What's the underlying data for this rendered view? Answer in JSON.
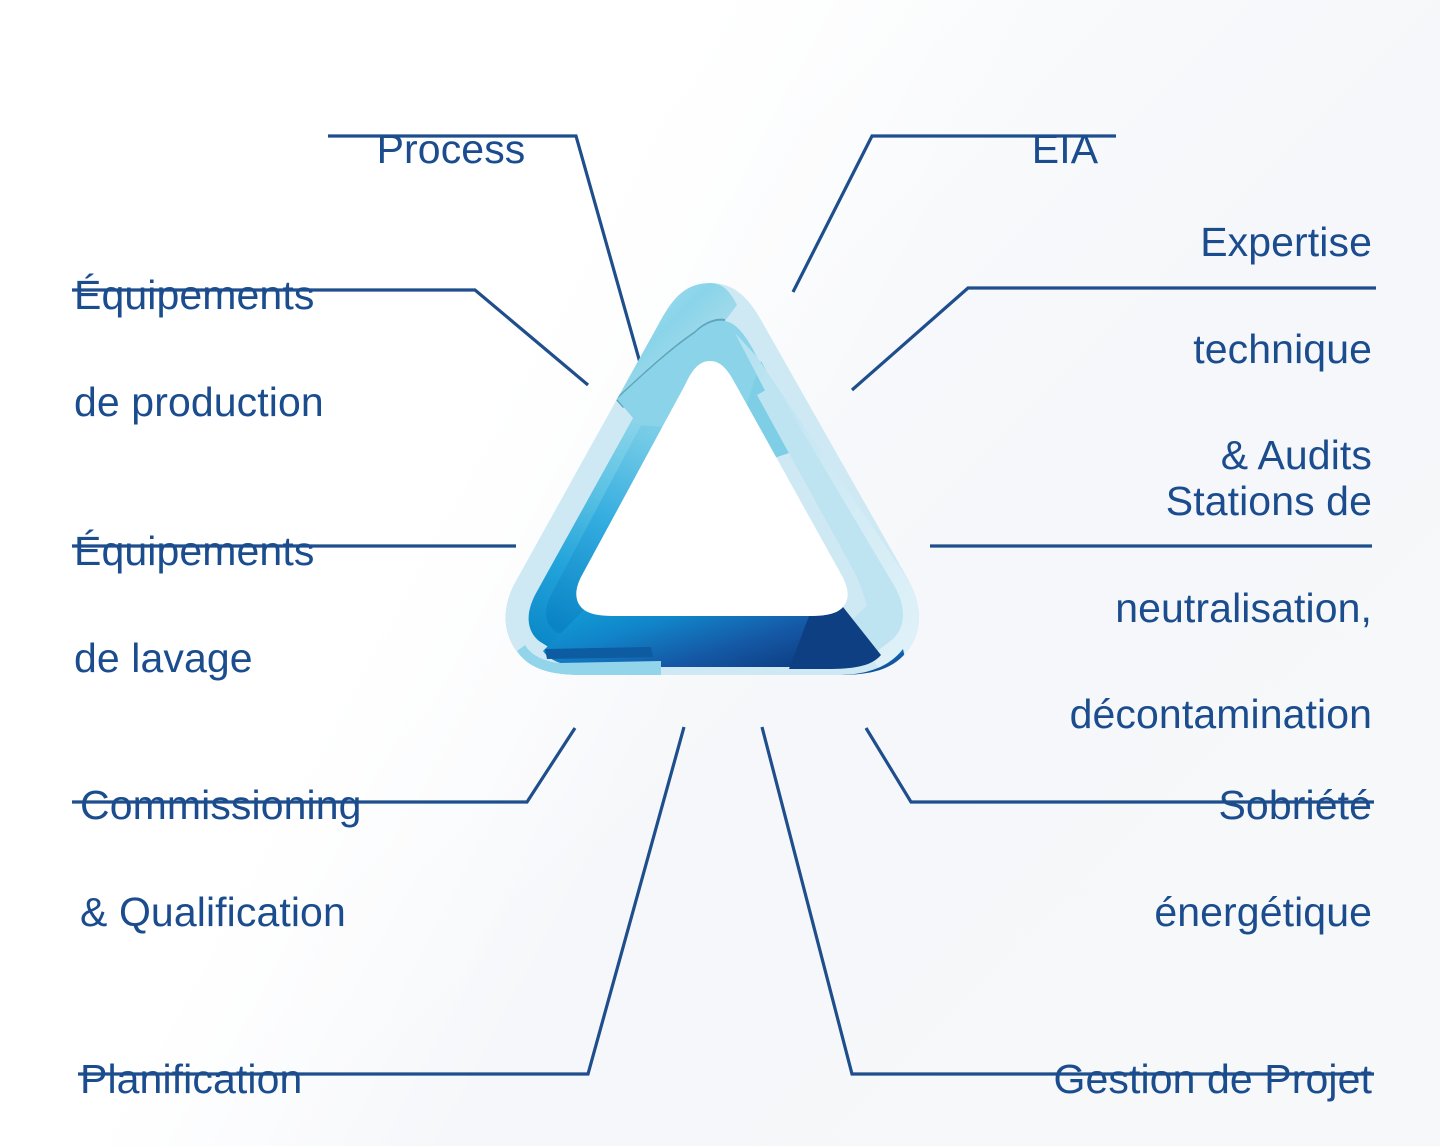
{
  "diagram": {
    "title_present": false,
    "background_color": "#f6f8fa",
    "text_color": "#1b4d8e",
    "line_color": "#1e4e8c",
    "center_logo": {
      "name": "rounded-triangle-ribbon-logo",
      "colors": {
        "top_segment_light": "#bfe4ef",
        "top_segment_mid": "#79cde2",
        "top_fold": "#5ba6bd",
        "left_segment_light": "#8ad4e8",
        "left_segment_mid": "#2fa5d8",
        "left_segment_deep": "#1189c8",
        "left_fold": "#0f5f9e",
        "right_segment_light": "#cfe9f4",
        "bottom_segment_cyan": "#15a8dd",
        "bottom_segment_dark": "#1352a0",
        "bottom_segment_darkest": "#0d3d80"
      }
    },
    "labels": [
      {
        "id": "process",
        "text": "Process",
        "side": "top-left",
        "align": "center"
      },
      {
        "id": "eia",
        "text": "EIA",
        "side": "top-right",
        "align": "center"
      },
      {
        "id": "equip_prod",
        "text": "Équipements\nde production",
        "side": "left",
        "align": "left"
      },
      {
        "id": "exp_tech",
        "text": "Expertise\ntechnique\n& Audits",
        "side": "right",
        "align": "right"
      },
      {
        "id": "equip_lav",
        "text": "Équipements\nde lavage",
        "side": "left",
        "align": "left"
      },
      {
        "id": "stations",
        "text": "Stations de\nneutralisation,\ndécontamination",
        "side": "right",
        "align": "right"
      },
      {
        "id": "commission",
        "text": "Commissioning\n& Qualification",
        "side": "left",
        "align": "left"
      },
      {
        "id": "sobriete",
        "text": "Sobriété\nénergétique",
        "side": "right",
        "align": "right"
      },
      {
        "id": "planif",
        "text": "Planification",
        "side": "bottom-left",
        "align": "left"
      },
      {
        "id": "gestion",
        "text": "Gestion de Projet",
        "side": "bottom-right",
        "align": "right"
      }
    ],
    "label_text": {
      "process": "Process",
      "eia": "EIA",
      "equip_prod_line1": "Équipements",
      "equip_prod_line2": "de production",
      "exp_tech_line1": "Expertise",
      "exp_tech_line2": "technique",
      "exp_tech_line3": "& Audits",
      "equip_lav_line1": "Équipements",
      "equip_lav_line2": "de lavage",
      "stations_line1": "Stations de",
      "stations_line2": "neutralisation,",
      "stations_line3": "décontamination",
      "commission_line1": "Commissioning",
      "commission_line2": "& Qualification",
      "sobriete_line1": "Sobriété",
      "sobriete_line2": "énergétique",
      "planif": "Planification",
      "gestion": "Gestion de Projet"
    }
  }
}
